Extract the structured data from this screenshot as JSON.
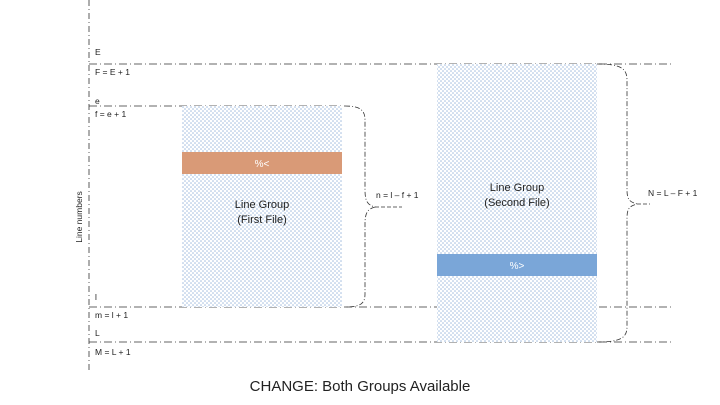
{
  "axis": {
    "label": "Line numbers"
  },
  "rows": {
    "E": "E",
    "F": "F = E + 1",
    "e": "e",
    "f": "f = e + 1",
    "l": "l",
    "m": "m = l + 1",
    "L": "L",
    "M": "M = L + 1"
  },
  "first_group": {
    "title": "Line Group",
    "subtitle": "(First File)",
    "marker": "%<",
    "count_label": "n = l – f + 1"
  },
  "second_group": {
    "title": "Line Group",
    "subtitle": "(Second File)",
    "marker": "%>",
    "count_label": "N = L – F + 1"
  },
  "colors": {
    "first_marker": "#d99a77",
    "second_marker": "#7aa6d8",
    "dots": "#9bb8dc"
  },
  "caption": "CHANGE: Both Groups Available"
}
